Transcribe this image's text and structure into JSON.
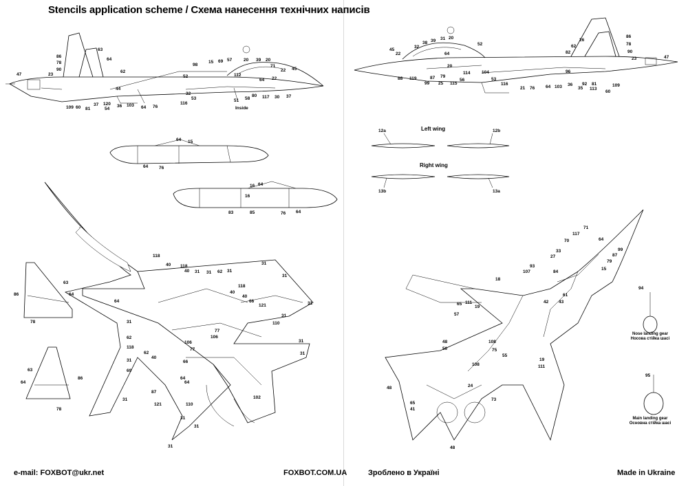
{
  "header": {
    "title": "Stencils application scheme / Схема нанесення технічних написів"
  },
  "footer": {
    "email": "e-mail: FOXBOT@ukr.net",
    "website": "FOXBOT.COM.UA",
    "made_ukr": "Зроблено в Україні",
    "made_en": "Made in Ukraine"
  },
  "captions": {
    "inside": "Inside",
    "left_wing": "Left wing",
    "right_wing": "Right wing",
    "nose_gear_en": "Nose landing gear",
    "nose_gear_ua": "Носова стійка шасі",
    "main_gear_en": "Main landing gear",
    "main_gear_ua": "Основна стійка шасі"
  },
  "callouts": {
    "left_side": [
      "63",
      "64",
      "86",
      "78",
      "90",
      "47",
      "23",
      "62",
      "44",
      "98",
      "15",
      "69",
      "57",
      "20",
      "39",
      "20",
      "71",
      "22",
      "45",
      "112",
      "64",
      "22",
      "52",
      "32",
      "109",
      "60",
      "81",
      "37",
      "120",
      "54",
      "36",
      "103",
      "64",
      "76",
      "116",
      "53",
      "51",
      "58",
      "80",
      "117",
      "30",
      "37"
    ],
    "right_side": [
      "32",
      "38",
      "39",
      "31",
      "20",
      "52",
      "45",
      "22",
      "64",
      "26",
      "20",
      "86",
      "78",
      "62",
      "82",
      "90",
      "23",
      "47",
      "88",
      "119",
      "99",
      "87",
      "79",
      "25",
      "115",
      "56",
      "114",
      "104",
      "53",
      "116",
      "21",
      "76",
      "64",
      "103",
      "36",
      "35",
      "92",
      "113",
      "96",
      "81",
      "109",
      "60"
    ],
    "engine_pods": [
      "64",
      "15",
      "64",
      "76",
      "16",
      "64",
      "16",
      "83",
      "85",
      "76",
      "64"
    ],
    "wings": [
      "12a",
      "12b",
      "13b",
      "13a"
    ],
    "tails": [
      "63",
      "64",
      "86",
      "78",
      "63",
      "64",
      "86",
      "78"
    ],
    "top_view": [
      "118",
      "40",
      "118",
      "40",
      "31",
      "31",
      "62",
      "31",
      "31",
      "118",
      "40",
      "40",
      "66",
      "121",
      "110",
      "77",
      "106",
      "31",
      "31",
      "31",
      "62",
      "118",
      "62",
      "69",
      "106",
      "77",
      "66",
      "40",
      "31",
      "64",
      "87",
      "121",
      "64",
      "110",
      "31",
      "31",
      "31",
      "102",
      "31",
      "31",
      "64",
      "31",
      "31"
    ],
    "bottom_view": [
      "71",
      "117",
      "70",
      "64",
      "99",
      "87",
      "79",
      "15",
      "27",
      "33",
      "93",
      "107",
      "84",
      "18",
      "65",
      "111",
      "19",
      "57",
      "42",
      "48",
      "50",
      "108",
      "75",
      "55",
      "19",
      "111",
      "48",
      "65",
      "41",
      "108",
      "73",
      "48",
      "24",
      "61",
      "43"
    ],
    "gear": [
      "94",
      "95"
    ]
  }
}
